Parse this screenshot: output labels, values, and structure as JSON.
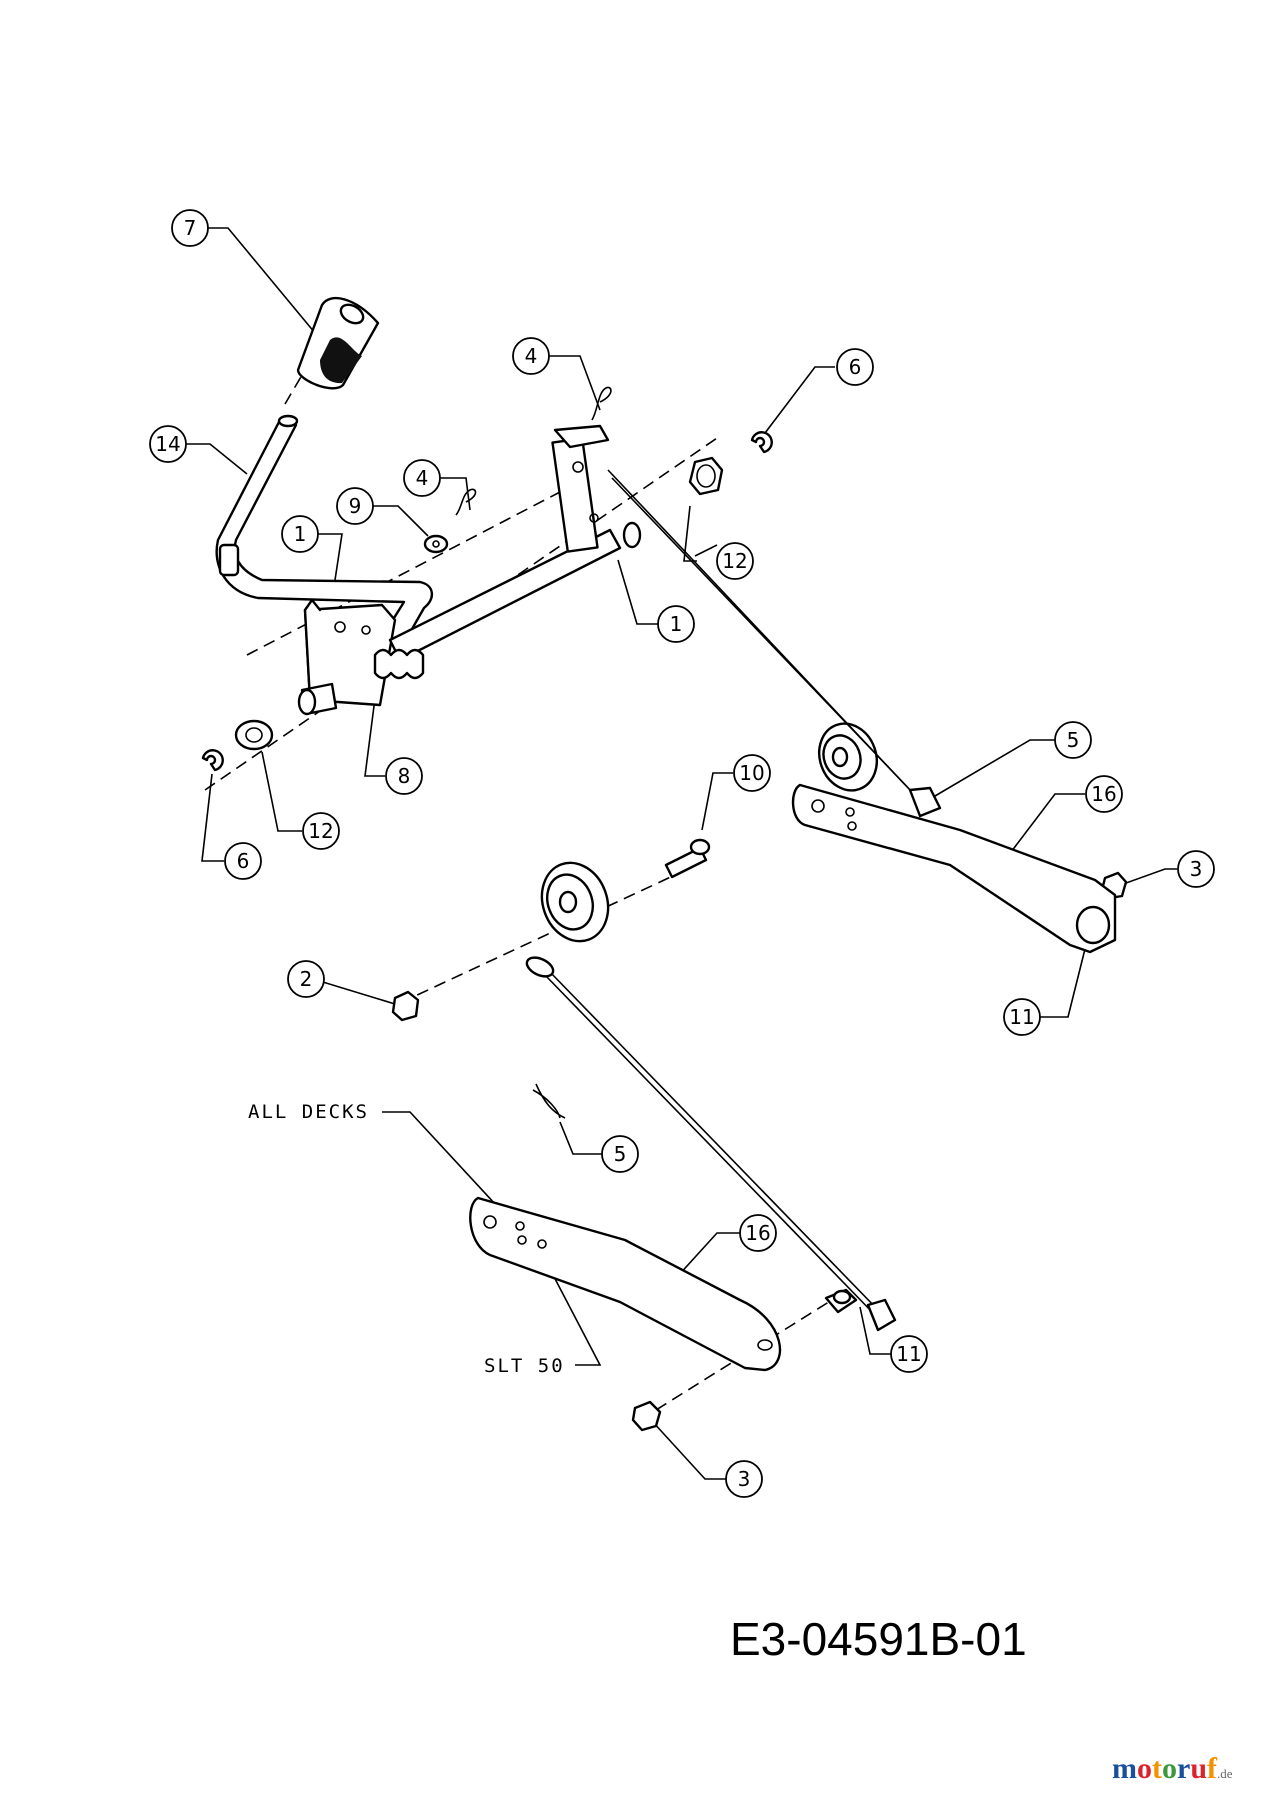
{
  "callouts": [
    {
      "id": "c-7a",
      "label": "7"
    },
    {
      "id": "c-4a",
      "label": "4"
    },
    {
      "id": "c-6a",
      "label": "6"
    },
    {
      "id": "c-14",
      "label": "14"
    },
    {
      "id": "c-4b",
      "label": "4"
    },
    {
      "id": "c-9",
      "label": "9"
    },
    {
      "id": "c-1a",
      "label": "1"
    },
    {
      "id": "c-12a",
      "label": "12"
    },
    {
      "id": "c-1b",
      "label": "1"
    },
    {
      "id": "c-8",
      "label": "8"
    },
    {
      "id": "c-12b",
      "label": "12"
    },
    {
      "id": "c-6b",
      "label": "6"
    },
    {
      "id": "c-5a",
      "label": "5"
    },
    {
      "id": "c-10",
      "label": "10"
    },
    {
      "id": "c-16a",
      "label": "16"
    },
    {
      "id": "c-3a",
      "label": "3"
    },
    {
      "id": "c-2",
      "label": "2"
    },
    {
      "id": "c-11a",
      "label": "11"
    },
    {
      "id": "c-5b",
      "label": "5"
    },
    {
      "id": "c-16b",
      "label": "16"
    },
    {
      "id": "c-11b",
      "label": "11"
    },
    {
      "id": "c-3b",
      "label": "3"
    }
  ],
  "notes": {
    "all_decks": "ALL DECKS",
    "slt50": "SLT 50"
  },
  "document_number": "E3-04591B-01",
  "brand": {
    "letters": [
      "m",
      "o",
      "t",
      "o",
      "r",
      "u",
      "f"
    ],
    "colors": [
      "#1a4f9c",
      "#d9232d",
      "#f39200",
      "#3a9a3a",
      "#1a4f9c",
      "#d9232d",
      "#f39200"
    ],
    "suffix": ".de"
  }
}
